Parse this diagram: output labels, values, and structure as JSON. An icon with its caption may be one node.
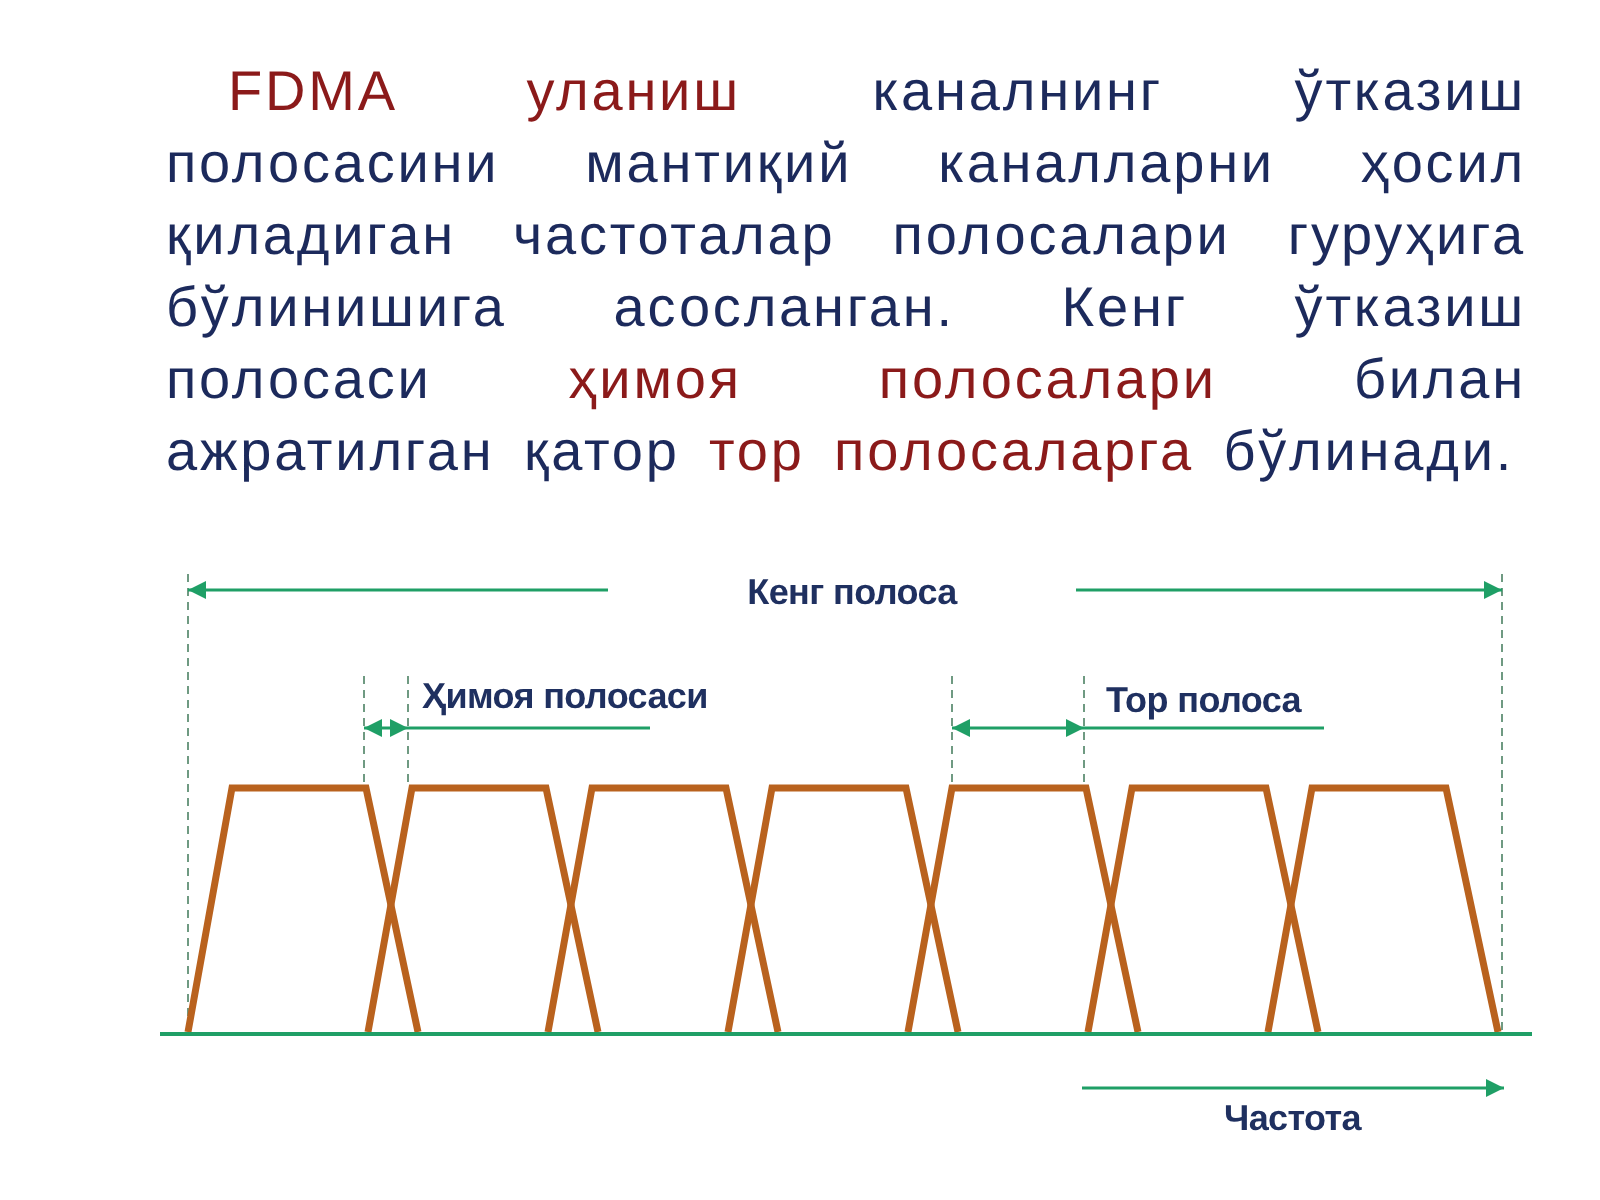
{
  "diagram": {
    "labels": [
      "**FDMA уланиш** каналнинг ўтказиш полосасини мантиқий каналларни ҳосил қиладиган частоталар полосалари гуруҳига бўлинишига асосланган. Кенг ўтказиш полосаси **ҳимоя полосалари** билан ажратилган қатор **тор полосаларга** бўлинади.",
      "Кенг полоса",
      "Ҳимоя полосаси",
      "Тор полоса",
      "Частота"
    ]
  }
}
